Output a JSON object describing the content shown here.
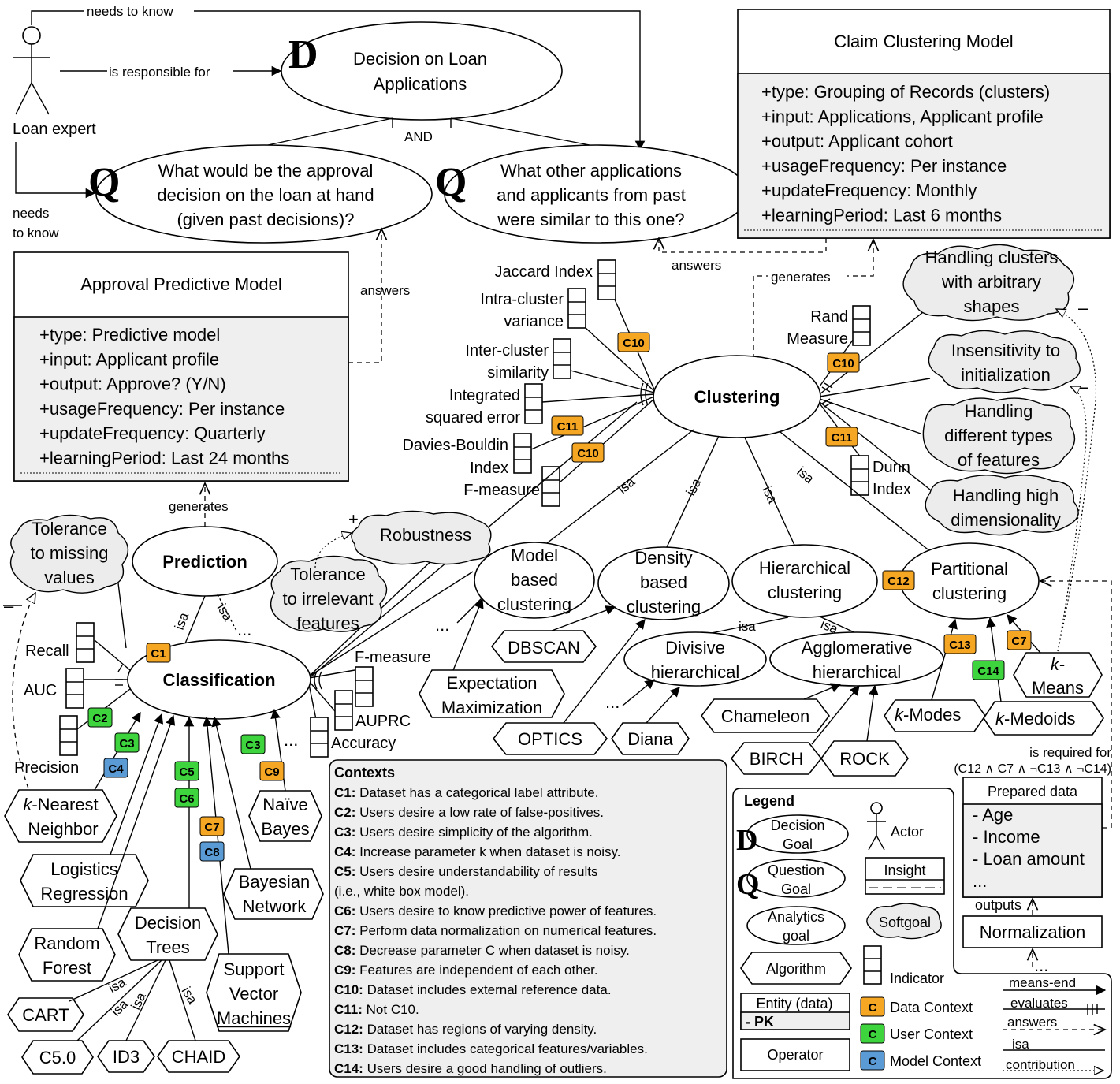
{
  "actor": {
    "name": "Loan expert"
  },
  "links": {
    "needs_to_know": "needs to know",
    "needs_to_know_2a": "needs",
    "needs_to_know_2b": "to know",
    "is_responsible_for": "is responsible for",
    "and": "AND",
    "answers": "answers",
    "generates": "generates",
    "isa": "isa",
    "is_required_for": "is required for",
    "requirement_condition": "(C12 ∧ C7 ∧ ¬C13 ∧ ¬C14)",
    "outputs": "outputs",
    "ellipsis": "...",
    "plus": "+",
    "minus": "–"
  },
  "goals": {
    "decision_letter": "D",
    "decision_l1": "Decision on Loan",
    "decision_l2": "Applications",
    "question_letter": "Q",
    "q1_l1": "What would be the approval",
    "q1_l2": "decision on the loan at hand",
    "q1_l3": "(given past decisions)?",
    "q2_l1": "What other applications",
    "q2_l2": "and applicants from past",
    "q2_l3": "were similar to this one?"
  },
  "claim_model": {
    "title": "Claim Clustering Model",
    "attrs": [
      "+type: Grouping of Records (clusters)",
      "+input: Applications, Applicant profile",
      "+output: Applicant cohort",
      "+usageFrequency: Per instance",
      "+updateFrequency: Monthly",
      "+learningPeriod: Last 6 months"
    ]
  },
  "approval_model": {
    "title": "Approval Predictive Model",
    "attrs": [
      "+type: Predictive model",
      "+input: Applicant profile",
      "+output: Approve? (Y/N)",
      "+usageFrequency: Per instance",
      "+updateFrequency: Quarterly",
      "+learningPeriod: Last 24 months"
    ]
  },
  "analytics": {
    "clustering": "Clustering",
    "prediction": "Prediction",
    "classification": "Classification",
    "model_based": [
      "Model",
      "based",
      "clustering"
    ],
    "density_based": [
      "Density",
      "based",
      "clustering"
    ],
    "hierarchical": [
      "Hierarchical",
      "clustering"
    ],
    "partitional": [
      "Partitional",
      "clustering"
    ],
    "divisive": [
      "Divisive",
      "hierarchical"
    ],
    "agglomerative": [
      "Agglomerative",
      "hierarchical"
    ]
  },
  "indicators": {
    "jaccard": "Jaccard Index",
    "intra_1": "Intra-cluster",
    "intra_2": "variance",
    "inter_1": "Inter-cluster",
    "inter_2": "similarity",
    "ise_1": "Integrated",
    "ise_2": "squared error",
    "db_1": "Davies-Bouldin",
    "db_2": "Index",
    "fmeasure": "F-measure",
    "rand_1": "Rand",
    "rand_2": "Measure",
    "dunn_1": "Dunn",
    "dunn_2": "Index",
    "recall": "Recall",
    "auc": "AUC",
    "precision": "Precision",
    "auprc": "AUPRC",
    "accuracy": "Accuracy"
  },
  "softgoals": {
    "arbitrary": [
      "Handling clusters",
      "with arbitrary",
      "shapes"
    ],
    "init": [
      "Insensitivity to",
      "initialization"
    ],
    "types": [
      "Handling",
      "different types",
      "of features"
    ],
    "highdim": [
      "Handling high",
      "dimensionality"
    ],
    "missing": [
      "Tolerance",
      "to missing",
      "values"
    ],
    "robustness": "Robustness",
    "irrelevant": [
      "Tolerance",
      "to irrelevant",
      "features"
    ]
  },
  "algorithms": {
    "dbscan": "DBSCAN",
    "em": [
      "Expectation",
      "Maximization"
    ],
    "optics": "OPTICS",
    "diana": "Diana",
    "chameleon": "Chameleon",
    "birch": "BIRCH",
    "rock": "ROCK",
    "kmodes": [
      "k",
      "-Modes"
    ],
    "kmedoids": [
      "k",
      "-Medoids"
    ],
    "kmeans": [
      "k",
      "-",
      "Means"
    ],
    "knn": [
      "k",
      "-Nearest",
      "Neighbor"
    ],
    "logreg": [
      "Logistics",
      "Regression"
    ],
    "rf": [
      "Random",
      "Forest"
    ],
    "dt": [
      "Decision",
      "Trees"
    ],
    "svm": [
      "Support",
      "Vector",
      "Machines"
    ],
    "nb": [
      "Naïve",
      "Bayes"
    ],
    "bn": [
      "Bayesian",
      "Network"
    ],
    "cart": "CART",
    "c50": "C5.0",
    "id3": "ID3",
    "chaid": "CHAID"
  },
  "badges": {
    "c1": "C1",
    "c2": "C2",
    "c3": "C3",
    "c4": "C4",
    "c5": "C5",
    "c6": "C6",
    "c7": "C7",
    "c8": "C8",
    "c9": "C9",
    "c10": "C10",
    "c11": "C11",
    "c12": "C12",
    "c13": "C13",
    "c14": "C14"
  },
  "contexts": {
    "title": "Contexts",
    "items": [
      {
        "id": "C1:",
        "text": " Dataset has a categorical label attribute."
      },
      {
        "id": "C2:",
        "text": " Users desire a low rate of false-positives."
      },
      {
        "id": "C3:",
        "text": " Users desire simplicity of the algorithm."
      },
      {
        "id": "C4:",
        "text": " Increase parameter k when dataset is noisy."
      },
      {
        "id": "C5:",
        "text": " Users desire understandability of results"
      },
      {
        "id": "",
        "text": "(i.e., white box model)."
      },
      {
        "id": "C6:",
        "text": " Users desire to know predictive power of features."
      },
      {
        "id": "C7:",
        "text": " Perform data normalization on numerical features."
      },
      {
        "id": "C8:",
        "text": " Decrease parameter C when dataset is noisy."
      },
      {
        "id": "C9:",
        "text": " Features are independent of each other."
      },
      {
        "id": "C10:",
        "text": " Dataset includes external reference data."
      },
      {
        "id": "C11:",
        "text": " Not C10."
      },
      {
        "id": "C12:",
        "text": " Dataset has regions of varying density."
      },
      {
        "id": "C13:",
        "text": " Dataset includes categorical features/variables."
      },
      {
        "id": "C14:",
        "text": " Users desire a good handling of outliers."
      }
    ]
  },
  "prepared": {
    "title": "Prepared data",
    "items": [
      "- Age",
      "- Income",
      "- Loan amount",
      "..."
    ]
  },
  "normalization": "Normalization",
  "legend": {
    "title": "Legend",
    "decision_goal": [
      "Decision",
      "Goal"
    ],
    "question_goal": [
      "Question",
      "Goal"
    ],
    "analytics_goal": [
      "Analytics",
      "goal"
    ],
    "algorithm": "Algorithm",
    "entity": "Entity (data)",
    "pk": "- PK",
    "operator": "Operator",
    "actor": "Actor",
    "insight": "Insight",
    "softgoal": "Softgoal",
    "indicator": "Indicator",
    "data_context": "Data Context",
    "user_context": "User Context",
    "model_context": "Model Context",
    "means_end": "means-end",
    "evaluates": "evaluates",
    "answers": "answers",
    "isa": "isa",
    "contribution": "contribution"
  },
  "colors": {
    "data_context": "#f5a623",
    "user_context": "#3ed43e",
    "model_context": "#5b9bd5"
  }
}
